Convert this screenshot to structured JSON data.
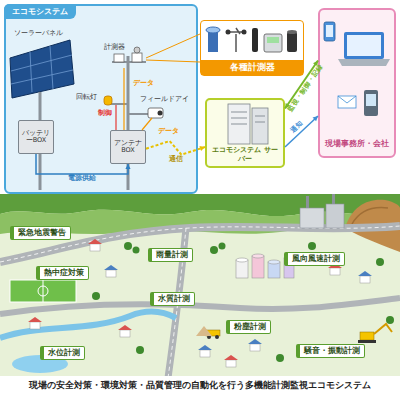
{
  "diagram": {
    "caption": "現場の安全対策・環境対策・品質管理の自動化を行う多機能計測監視エコモシステム",
    "nodes": [
      {
        "text": [
          "エコモシステム"
        ]
      },
      {
        "text": [
          "各種計測器"
        ]
      },
      {
        "text": [
          "エコモシステム サーバー"
        ]
      },
      {
        "text": [
          "現場事務所・会社"
        ]
      },
      {
        "text": [
          "バッテリーBOX"
        ],
        "in": 0
      },
      {
        "text": [
          "アンテナBOX"
        ],
        "in": 0
      },
      {
        "text": [
          "緊急地震警告"
        ]
      },
      {
        "text": [
          "雨量計測"
        ]
      },
      {
        "text": [
          "風向風速計測"
        ]
      },
      {
        "text": [
          "熱中症対策"
        ]
      },
      {
        "text": [
          "水質計測"
        ]
      },
      {
        "text": [
          "粉塵計測"
        ]
      },
      {
        "text": [
          "騒音・振動計測"
        ]
      },
      {
        "text": [
          "水位計測"
        ]
      }
    ],
    "edges": [
      {
        "from": 4,
        "to": 5,
        "arrow": "to",
        "label": "電源供給"
      },
      {
        "from": 5,
        "to": 2,
        "arrow": "to",
        "label": "通信"
      },
      {
        "from": 2,
        "to": 3,
        "arrow": "both",
        "label": "監視・制御・記録"
      },
      {
        "from": 2,
        "to": 3,
        "arrow": "to",
        "label": "通知"
      }
    ],
    "labels": [
      "ソーラーパネル",
      "計測器",
      "回転灯",
      "フィールドアイ",
      "データ",
      "制御",
      "データ"
    ]
  }
}
